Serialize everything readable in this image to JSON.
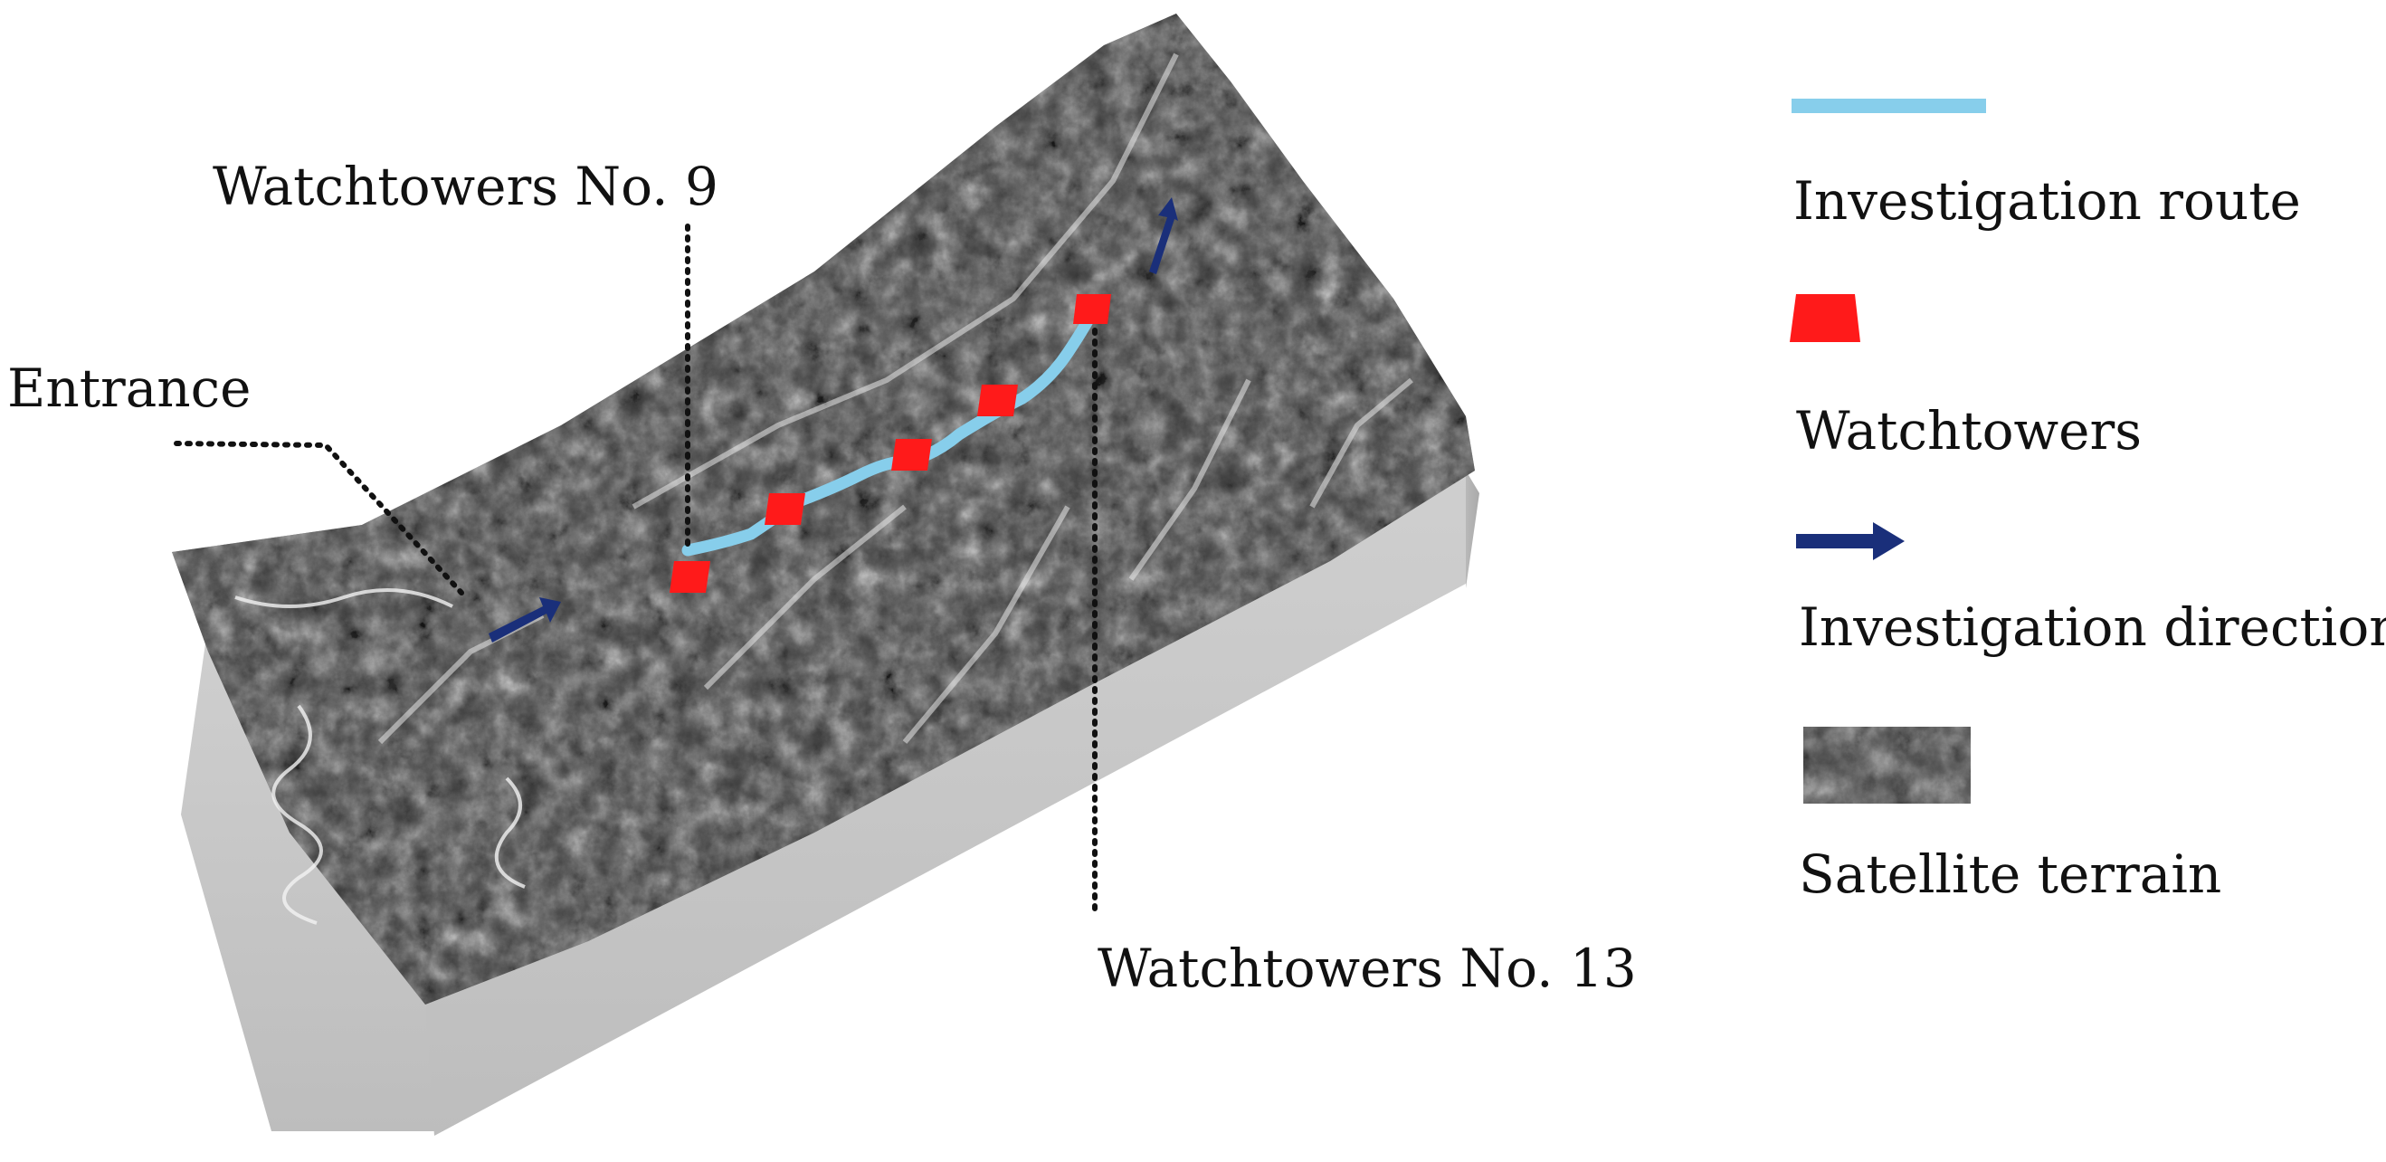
{
  "callouts": {
    "watchtower_9": "Watchtowers  No. 9",
    "entrance": "Entrance",
    "watchtower_13": "Watchtowers  No. 13"
  },
  "legend": {
    "route": "Investigation route",
    "watchtowers": "Watchtowers",
    "direction": "Investigation direction",
    "terrain": "Satellite terrain"
  },
  "colors": {
    "route": "#87ceeb",
    "watchtower": "#ff1a1a",
    "direction": "#1a2f7a",
    "terrain_side": "#c4c4c4",
    "terrain_dark": "#2a2a2a"
  },
  "icons": {
    "route": "light-blue-line",
    "watchtower": "red-trapezoid",
    "direction": "navy-arrow",
    "terrain": "satellite-terrain-swatch"
  }
}
